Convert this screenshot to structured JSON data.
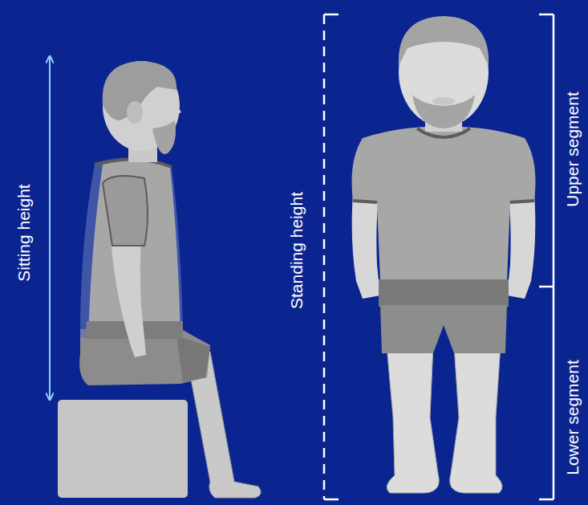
{
  "diagram": {
    "labels": [
      "Sitting height",
      "Standing height",
      "Upper segment",
      "Lower segment"
    ]
  }
}
